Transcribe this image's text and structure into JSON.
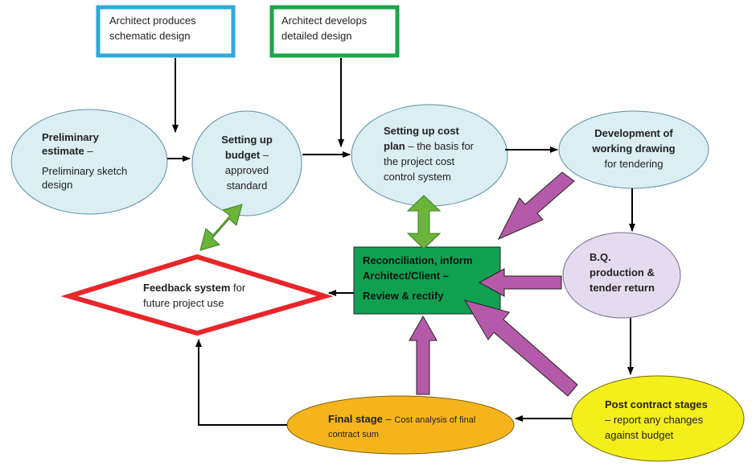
{
  "colors": {
    "blue_box": "#2fa8dc",
    "green_box": "#1aa64a",
    "ellipse_fill": "#daeef3",
    "bq_fill": "#e4dcee",
    "reconcile_fill": "#10a050",
    "feedback_stroke": "#e8262a",
    "final_fill": "#f6b41c",
    "post_fill": "#f4ee1a",
    "green_arrow": "#6ab43c",
    "purple_arrow": "#b55aa8"
  },
  "nodes": {
    "schematic": {
      "line1": "Architect produces",
      "line2": "schematic design"
    },
    "detailed": {
      "line1": "Architect develops",
      "line2": "detailed design"
    },
    "preliminary": {
      "title1": "Preliminary",
      "title2": "estimate",
      "dash": " –",
      "line3": "Preliminary sketch",
      "line4": "design"
    },
    "budget": {
      "title1": "Setting up",
      "title2": "budget",
      "dash": " –",
      "line3": "approved",
      "line4": "standard"
    },
    "cost_plan": {
      "title1": "Setting up cost",
      "title2": "plan",
      "rest2": " – the basis for",
      "line3": "the project cost",
      "line4": "control system"
    },
    "working_drawing": {
      "title1": "Development of",
      "title2": "working drawing",
      "line3": "for tendering"
    },
    "bq": {
      "line1": "B.Q.",
      "line2": "production &",
      "line3": "tender return"
    },
    "reconcile": {
      "line1": "Reconciliation, inform",
      "line2": "Architect/Client –",
      "line3": "Review & rectify"
    },
    "feedback": {
      "title": "Feedback system",
      "rest": " for",
      "line2": "future project use"
    },
    "final_stage": {
      "title": "Final stage",
      "dash": " – ",
      "rest": "Cost analysis of final",
      "line2": "contract sum"
    },
    "post_contract": {
      "title": "Post contract stages",
      "line2": "– report any changes",
      "line3": "against budget"
    }
  }
}
